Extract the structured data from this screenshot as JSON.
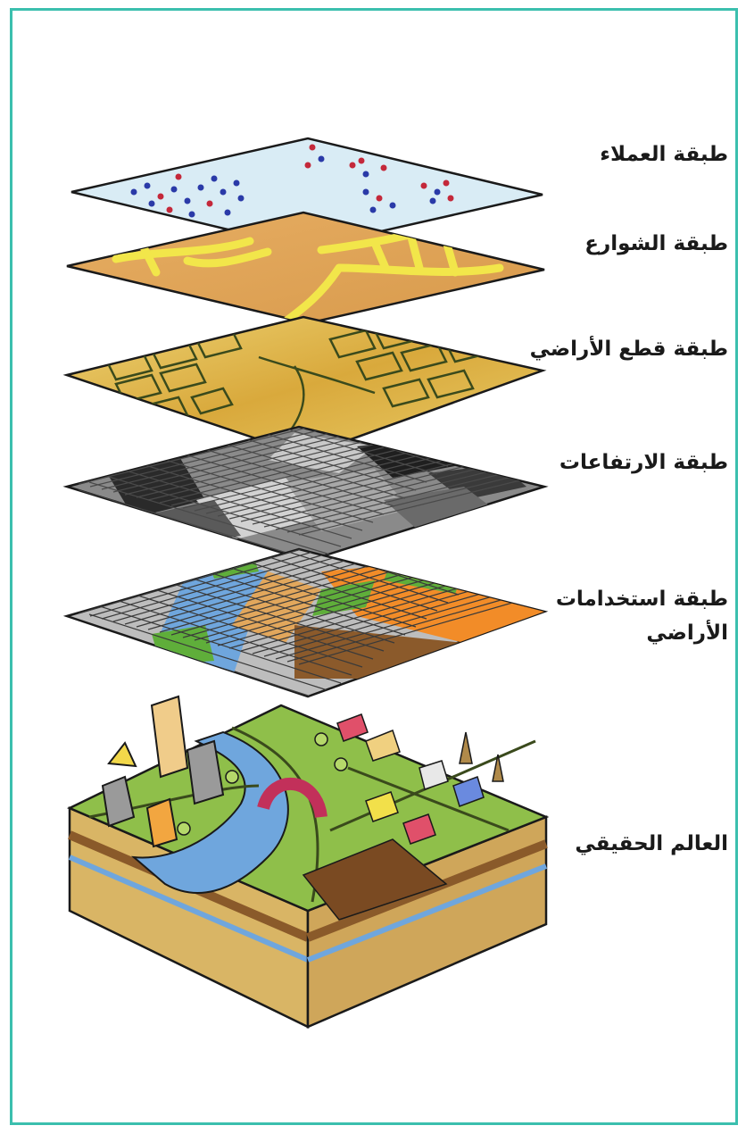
{
  "layers": [
    {
      "id": "customers",
      "label": "طبقة العملاء"
    },
    {
      "id": "streets",
      "label": "طبقة الشوارع"
    },
    {
      "id": "parcels",
      "label": "طبقة قطع الأراضي"
    },
    {
      "id": "elevation",
      "label": "طبقة الارتفاعات"
    },
    {
      "id": "land-use",
      "label_line1": "طبقة استخدامات",
      "label_line2": "الأراضي"
    },
    {
      "id": "real-world",
      "label": "العالم الحقيقي"
    }
  ],
  "colors": {
    "frame": "#3bbfae",
    "customers_plane": "#d9ecf5",
    "streets_plane": "#e2a75c",
    "parcels_plane": "#e3c04e",
    "road": "#f2e64a",
    "customer_blue": "#2a3aa8",
    "customer_red": "#c4283a",
    "water": "#6fa6dd",
    "grass": "#8fbf4a",
    "orange": "#f28c28",
    "soil": "#d9b565"
  }
}
